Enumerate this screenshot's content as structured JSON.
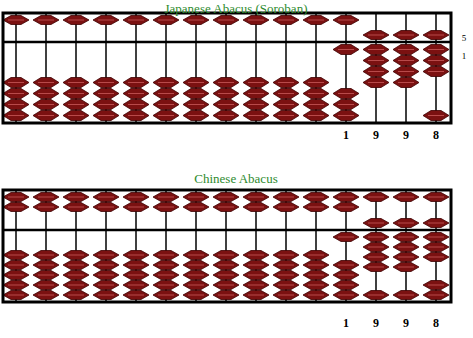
{
  "diagram": {
    "labels": [
      "Japanese Abacus (Soroban)",
      "5",
      "1",
      "1",
      "9",
      "9",
      "8",
      "Chinese Abacus",
      "1",
      "9",
      "9",
      "8"
    ]
  }
}
